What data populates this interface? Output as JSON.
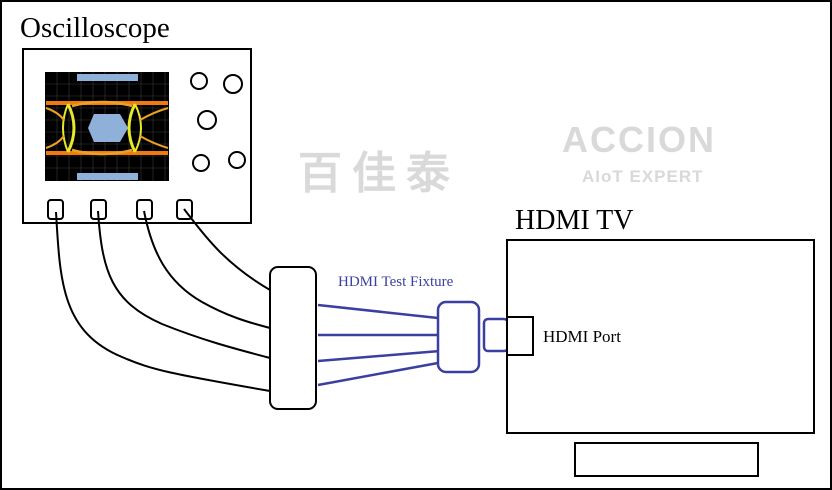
{
  "diagram": {
    "oscilloscope": {
      "title": "Oscilloscope",
      "channel_count": 4,
      "knob_count": 5
    },
    "fixture": {
      "label": "HDMI Test Fixture",
      "line_count": 4
    },
    "tv": {
      "title": "HDMI TV",
      "port_label": "HDMI Port"
    },
    "watermark": {
      "chinese": "百佳泰",
      "brand": "ACCION",
      "tagline": "AIoT EXPERT"
    },
    "colors": {
      "outline": "#000000",
      "fixture_blue": "#3b3fa0",
      "screen_bg": "#000000",
      "eye_orange": "#f07a10",
      "eye_yellow": "#e6e82a",
      "eye_mask": "#8fb0d8",
      "watermark": "#e6e6e6"
    }
  }
}
